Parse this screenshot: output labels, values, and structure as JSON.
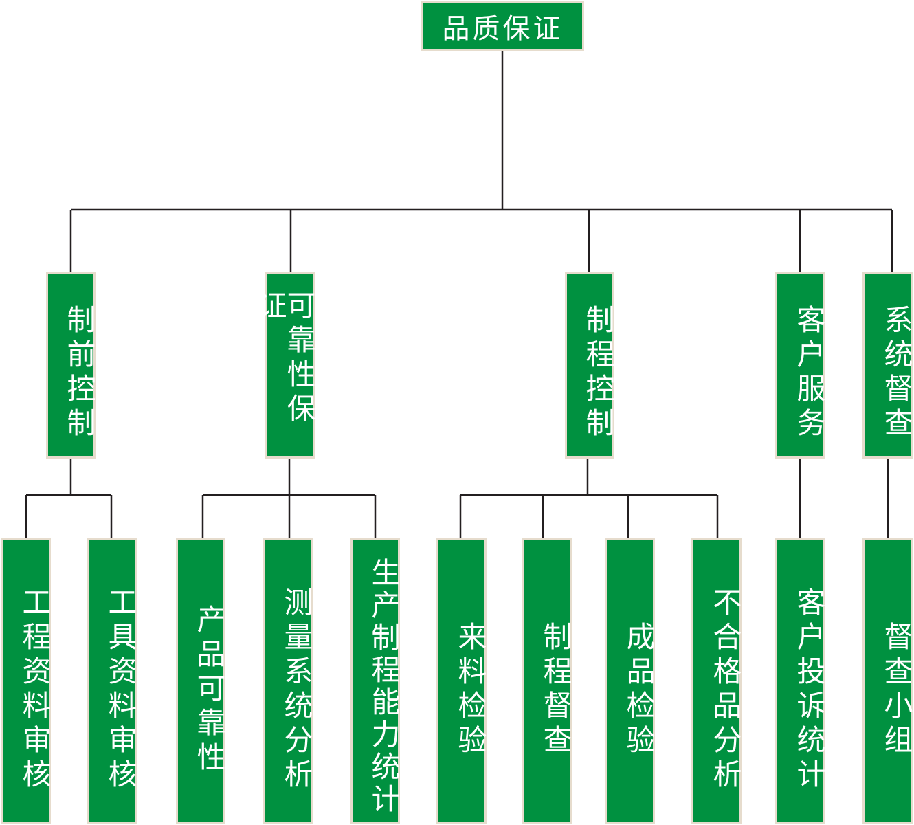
{
  "root": {
    "label": "品质保证"
  },
  "branches": [
    {
      "label": "制前控制",
      "children": [
        "工程资料审核",
        "工具资料审核"
      ]
    },
    {
      "label": "可靠性保证",
      "children": [
        "产品可靠性",
        "测量系统分析",
        "生产制程能力统计"
      ]
    },
    {
      "label": "制程控制",
      "children": [
        "来料检验",
        "制程督查",
        "成品检验",
        "不合格品分析"
      ]
    },
    {
      "label": "客户服务",
      "children": [
        "客户投诉统计"
      ]
    },
    {
      "label": "系统督查",
      "children": [
        "督查小组"
      ]
    }
  ],
  "colors": {
    "node_fill": "#009140",
    "node_border": "#e6dccd",
    "text": "#ffffff",
    "connector": "#231f20"
  }
}
